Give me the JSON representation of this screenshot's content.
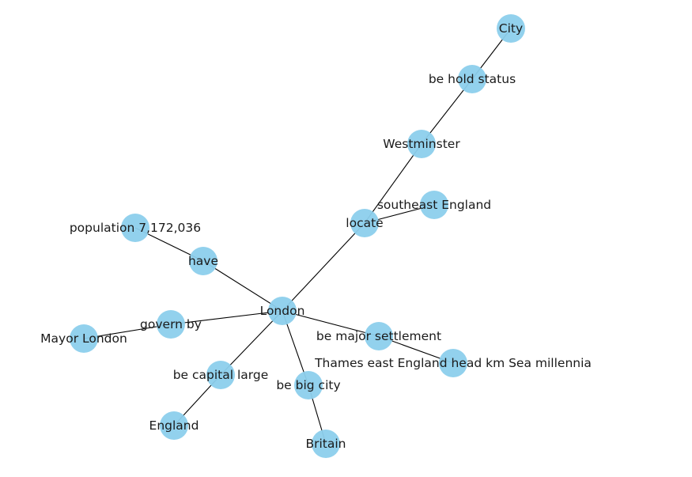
{
  "graph": {
    "node_color": "#8ccfec",
    "edge_color": "#000000",
    "nodes": [
      {
        "id": "london",
        "label": "London"
      },
      {
        "id": "locate",
        "label": "locate"
      },
      {
        "id": "westminster",
        "label": "Westminster"
      },
      {
        "id": "be_hold_status",
        "label": "be hold status"
      },
      {
        "id": "city",
        "label": "City"
      },
      {
        "id": "southeast_england",
        "label": "southeast England"
      },
      {
        "id": "have",
        "label": "have"
      },
      {
        "id": "population",
        "label": "population 7,172,036"
      },
      {
        "id": "govern_by",
        "label": "govern by"
      },
      {
        "id": "mayor_london",
        "label": "Mayor London"
      },
      {
        "id": "be_capital_large",
        "label": "be capital large"
      },
      {
        "id": "england",
        "label": "England"
      },
      {
        "id": "be_big_city",
        "label": "be big city"
      },
      {
        "id": "britain",
        "label": "Britain"
      },
      {
        "id": "be_major_settlement",
        "label": "be major settlement"
      },
      {
        "id": "thames",
        "label": "Thames east England head km Sea millennia"
      }
    ],
    "edges": [
      [
        "london",
        "locate"
      ],
      [
        "locate",
        "westminster"
      ],
      [
        "westminster",
        "be_hold_status"
      ],
      [
        "be_hold_status",
        "city"
      ],
      [
        "locate",
        "southeast_england"
      ],
      [
        "london",
        "have"
      ],
      [
        "have",
        "population"
      ],
      [
        "london",
        "govern_by"
      ],
      [
        "govern_by",
        "mayor_london"
      ],
      [
        "london",
        "be_capital_large"
      ],
      [
        "be_capital_large",
        "england"
      ],
      [
        "london",
        "be_big_city"
      ],
      [
        "be_big_city",
        "britain"
      ],
      [
        "london",
        "be_major_settlement"
      ],
      [
        "be_major_settlement",
        "thames"
      ]
    ]
  }
}
